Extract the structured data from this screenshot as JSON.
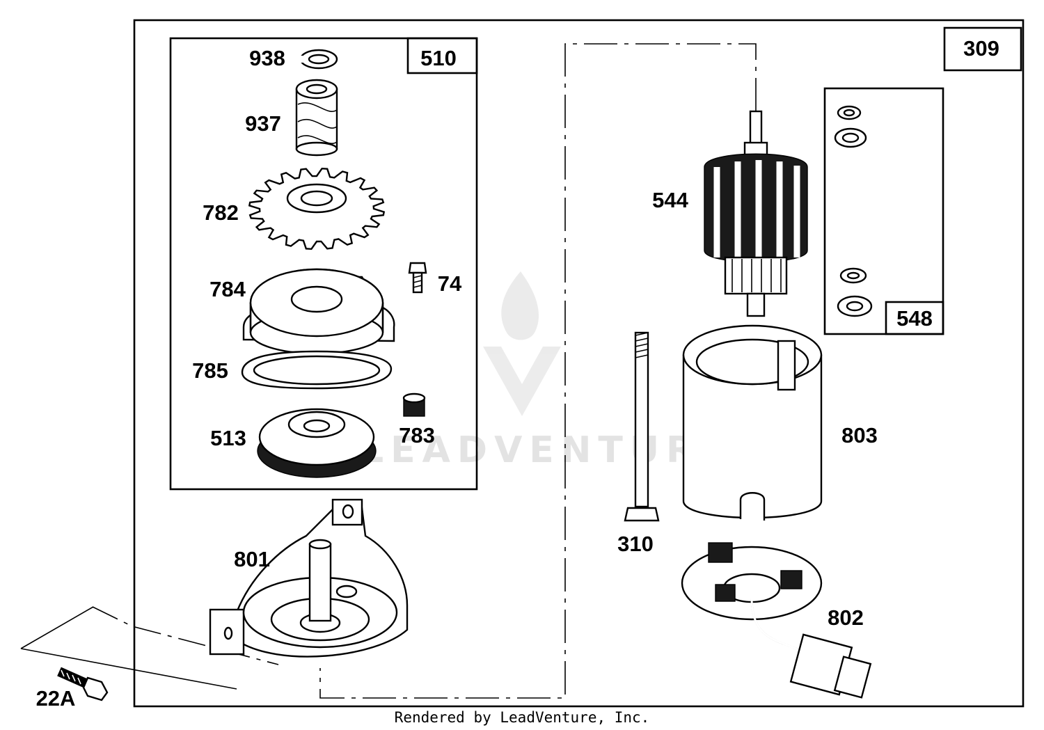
{
  "diagram": {
    "group_labels": {
      "outer_right": "309",
      "left_kit": "510",
      "washer_kit": "548"
    },
    "part_labels": {
      "p938": "938",
      "p937": "937",
      "p782": "782",
      "p784": "784",
      "p74": "74",
      "p785": "785",
      "p513": "513",
      "p783": "783",
      "p801": "801",
      "p22a": "22A",
      "p544": "544",
      "p310": "310",
      "p803": "803",
      "p802": "802"
    },
    "watermark": "LEADVENTURE",
    "footer": "Rendered by LeadVenture, Inc."
  }
}
